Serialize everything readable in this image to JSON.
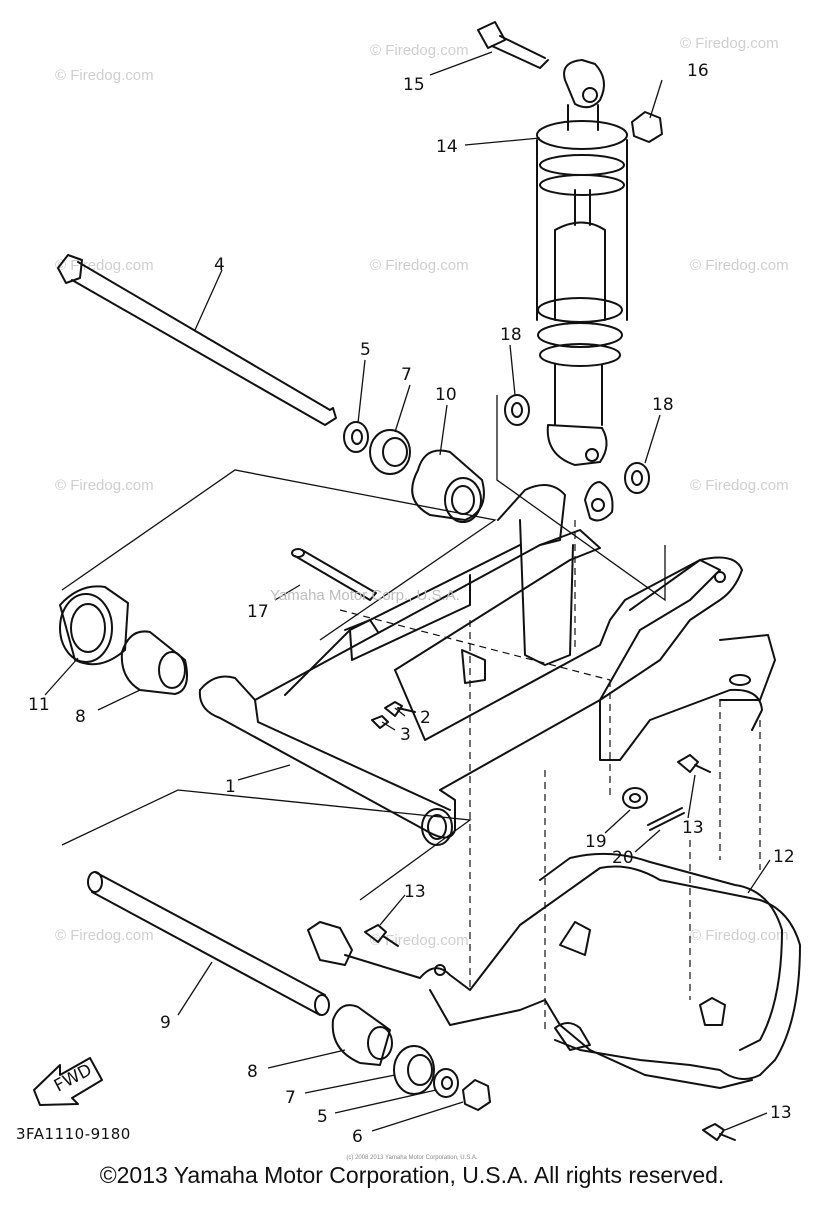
{
  "diagram": {
    "callouts": {
      "c1": "1",
      "c2": "2",
      "c3": "3",
      "c4": "4",
      "c5a": "5",
      "c5b": "5",
      "c6": "6",
      "c7a": "7",
      "c7b": "7",
      "c8a": "8",
      "c8b": "8",
      "c9": "9",
      "c10": "10",
      "c11": "11",
      "c12": "12",
      "c13a": "13",
      "c13b": "13",
      "c13c": "13",
      "c14": "14",
      "c15": "15",
      "c16": "16",
      "c17": "17",
      "c18a": "18",
      "c18b": "18",
      "c19": "19",
      "c20": "20"
    },
    "fwd_label": "FWD",
    "diagram_code": "3FA1110-9180"
  },
  "watermark": {
    "text": "© Firedog.com",
    "center_text": "Yamaha Motor Corp., U.S.A."
  },
  "footer": {
    "copyright": "©2013 Yamaha Motor Corporation, U.S.A. All rights reserved.",
    "copyright_small": "(c) 2008 2013 Yamaha Motor Corporation, U.S.A."
  },
  "colors": {
    "ink": "#111111",
    "watermark": "#cfcfcf"
  }
}
